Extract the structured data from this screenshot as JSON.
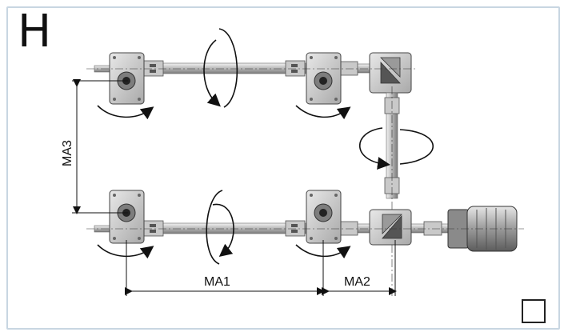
{
  "diagram": {
    "letter": "H",
    "labels": {
      "ma1": "MA1",
      "ma2": "MA2",
      "ma3": "MA3"
    }
  },
  "colors": {
    "frame_border": "#c8d6e2",
    "metal_light": "#d6d6d6",
    "metal_dark": "#8a8a8a",
    "ink": "#111111"
  },
  "controls": {
    "checkbox_checked": false
  }
}
